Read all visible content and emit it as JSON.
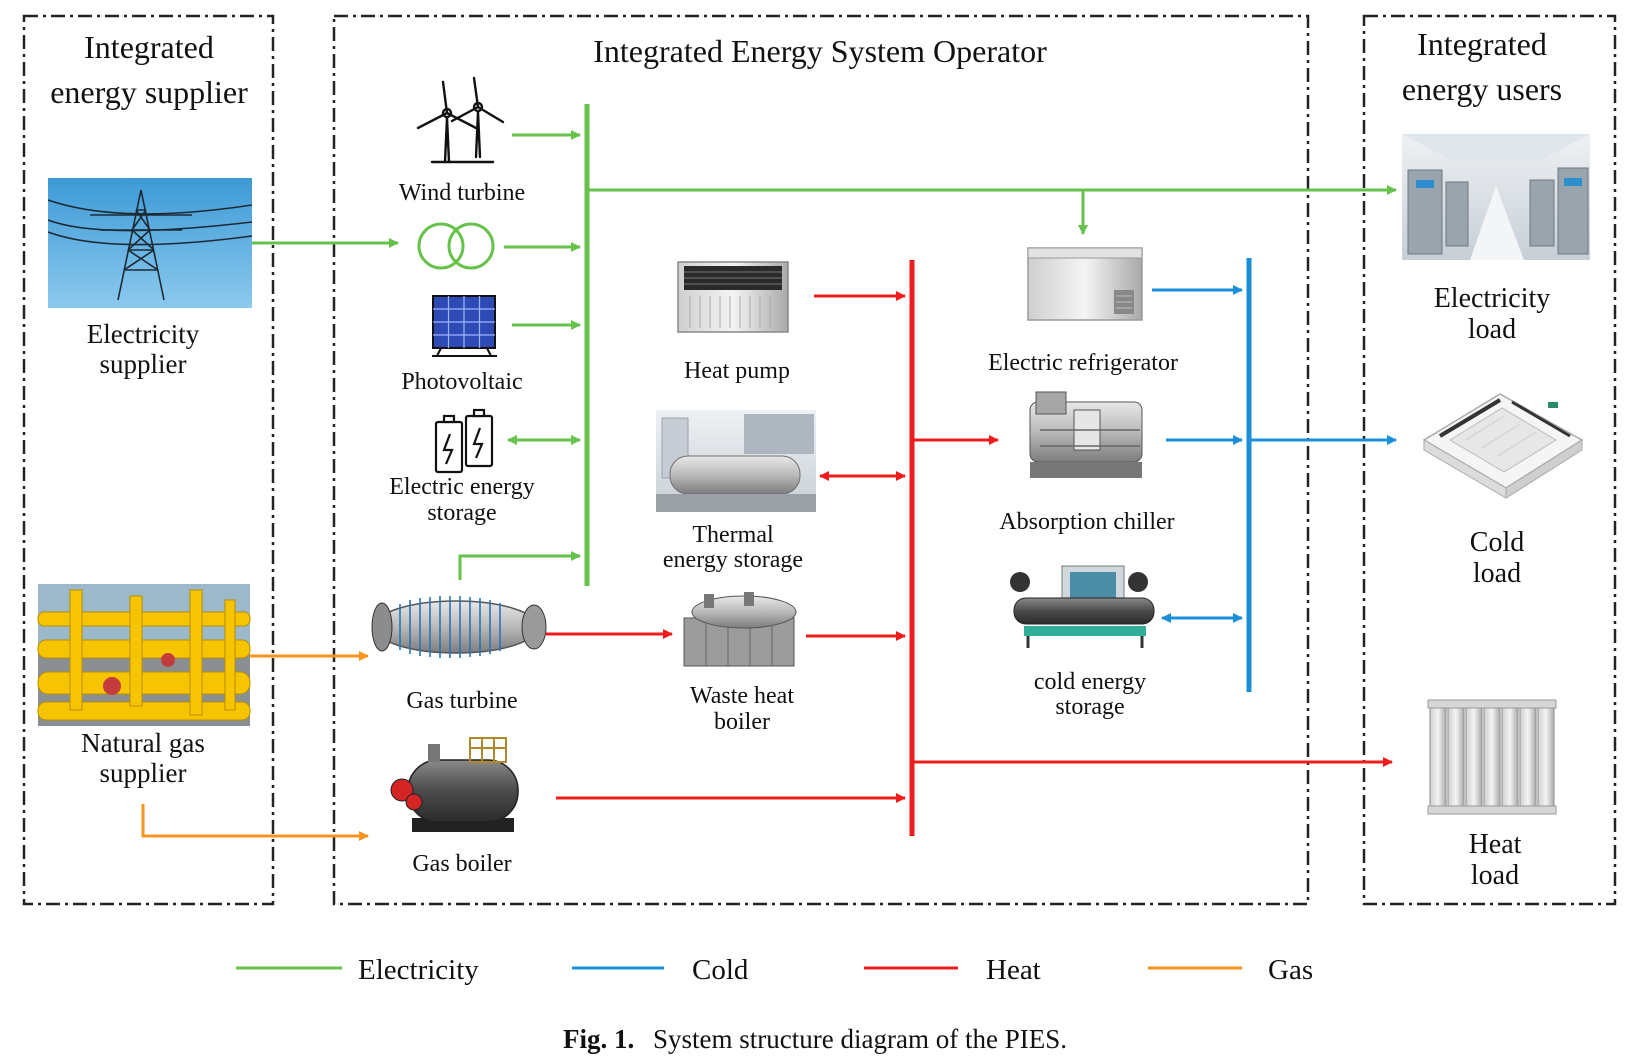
{
  "figure": {
    "caption_label": "Fig. 1.",
    "caption_text": "System structure diagram of the PIES."
  },
  "panels": {
    "supplier": {
      "title_line1": "Integrated",
      "title_line2": "energy supplier"
    },
    "operator": {
      "title": "Integrated Energy System Operator"
    },
    "users": {
      "title_line1": "Integrated",
      "title_line2": "energy users"
    }
  },
  "nodes": {
    "electricity_supplier": {
      "line1": "Electricity",
      "line2": "supplier"
    },
    "natural_gas_supplier": {
      "line1": "Natural gas",
      "line2": "supplier"
    },
    "wind_turbine": {
      "label": "Wind turbine"
    },
    "photovoltaic": {
      "label": "Photovoltaic"
    },
    "electric_energy_storage": {
      "line1": "Electric energy",
      "line2": "storage"
    },
    "gas_turbine": {
      "label": "Gas turbine"
    },
    "gas_boiler": {
      "label": "Gas boiler"
    },
    "heat_pump": {
      "label": "Heat pump"
    },
    "thermal_energy_storage": {
      "line1": "Thermal",
      "line2": "energy storage"
    },
    "waste_heat_boiler": {
      "line1": "Waste heat",
      "line2": "boiler"
    },
    "electric_refrigerator": {
      "label": "Electric refrigerator"
    },
    "absorption_chiller": {
      "label": "Absorption chiller"
    },
    "cold_energy_storage": {
      "line1": "cold energy",
      "line2": "storage"
    },
    "electricity_load": {
      "line1": "Electricity",
      "line2": "load"
    },
    "cold_load": {
      "line1": "Cold",
      "line2": "load"
    },
    "heat_load": {
      "line1": "Heat",
      "line2": "load"
    }
  },
  "legend": [
    {
      "label": "Electricity",
      "color": "#66c24a"
    },
    {
      "label": "Cold",
      "color": "#1a8fd8"
    },
    {
      "label": "Heat",
      "color": "#ee1c1c"
    },
    {
      "label": "Gas",
      "color": "#f7931e"
    }
  ],
  "colors": {
    "electricity": "#66c24a",
    "cold": "#1a8fd8",
    "heat": "#ee1c1c",
    "gas": "#f7931e"
  }
}
